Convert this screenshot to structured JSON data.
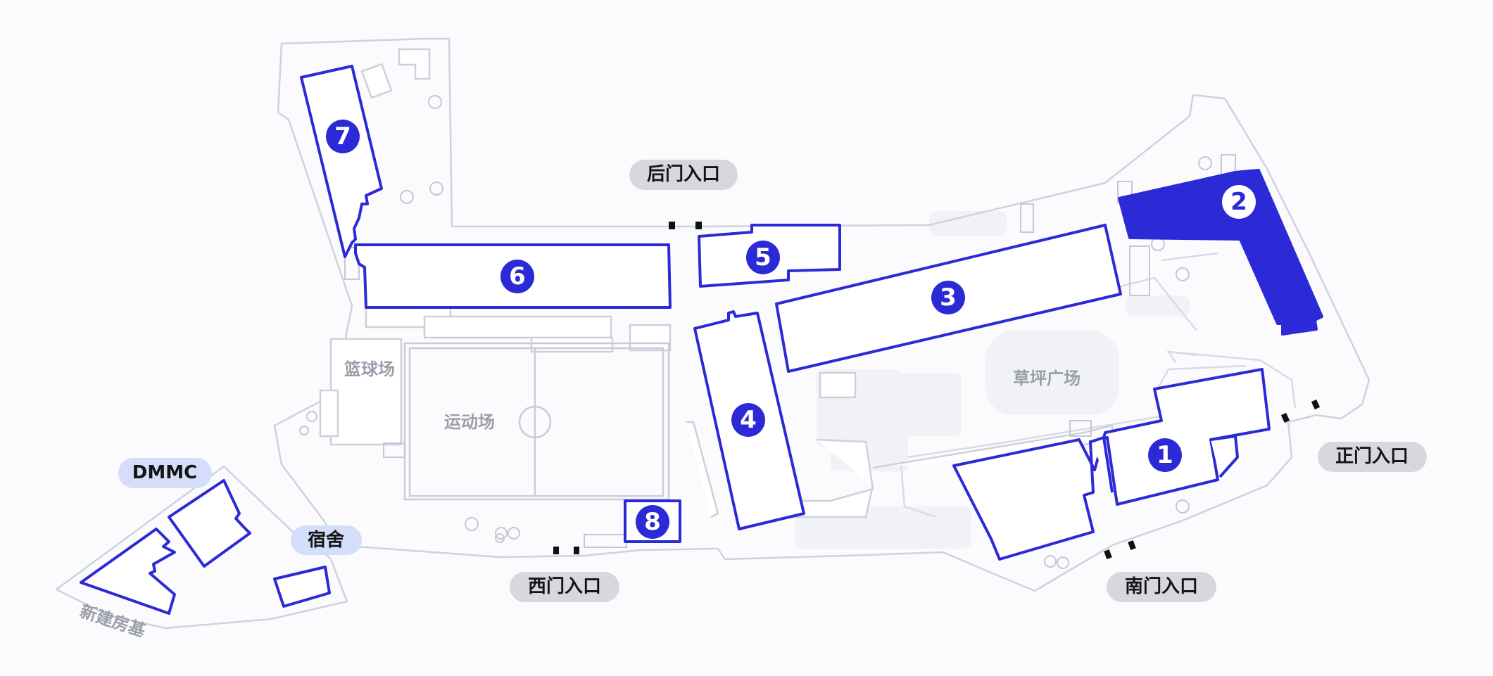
{
  "markers": [
    {
      "id": "1",
      "label": "1",
      "fill": "#2b2ad6",
      "text_color": "#ffffff"
    },
    {
      "id": "2",
      "label": "2",
      "fill": "#ffffff",
      "text_color": "#2b2ad6"
    },
    {
      "id": "3",
      "label": "3",
      "fill": "#2b2ad6",
      "text_color": "#ffffff"
    },
    {
      "id": "4",
      "label": "4",
      "fill": "#2b2ad6",
      "text_color": "#ffffff"
    },
    {
      "id": "5",
      "label": "5",
      "fill": "#2b2ad6",
      "text_color": "#ffffff"
    },
    {
      "id": "6",
      "label": "6",
      "fill": "#2b2ad6",
      "text_color": "#ffffff"
    },
    {
      "id": "7",
      "label": "7",
      "fill": "#2b2ad6",
      "text_color": "#ffffff"
    },
    {
      "id": "8",
      "label": "8",
      "fill": "#2b2ad6",
      "text_color": "#ffffff"
    }
  ],
  "entrances": {
    "back": "后门入口",
    "main": "正门入口",
    "south": "南门入口",
    "west": "西门入口"
  },
  "places": {
    "dmmc": "DMMC",
    "dorm": "宿舍",
    "basketball": "篮球场",
    "sports_field": "运动场",
    "lawn_plaza": "草坪广场",
    "new_site": "新建房基"
  },
  "colors": {
    "accent": "#2b2ad6",
    "boundary": "#cfd2de",
    "entrance_pill": "#d6d8de",
    "place_pill": "#d4defa"
  }
}
